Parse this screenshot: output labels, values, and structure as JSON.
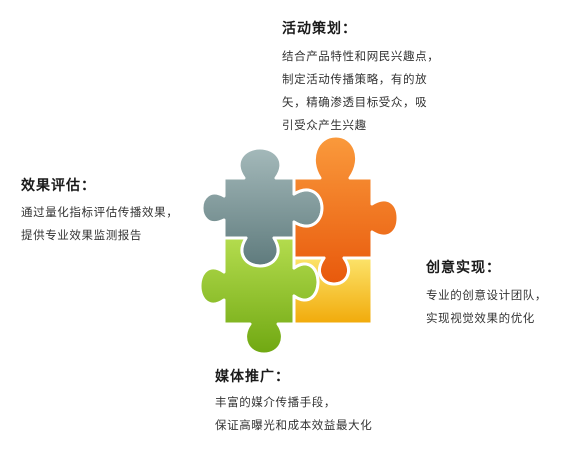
{
  "strategy": {
    "title": "活动策划：",
    "lines": [
      "结合产品特性和网民兴趣点，",
      "制定活动传播策略，有的放",
      "矢，精确渗透目标受众，吸",
      "引受众产生兴趣"
    ]
  },
  "evaluation": {
    "title": "效果评估：",
    "lines": [
      "通过量化指标评估传播效果，",
      "提供专业效果监测报告"
    ]
  },
  "creative": {
    "title": "创意实现：",
    "lines": [
      "专业的创意设计团队，",
      "实现视觉效果的优化"
    ]
  },
  "media": {
    "title": "媒体推广：",
    "lines": [
      "丰富的媒介传播手段，",
      "保证高曝光和成本效益最大化"
    ]
  },
  "colors": {
    "gray": "#7e9698",
    "orange": "#f2711a",
    "green": "#8dc523",
    "yellow": "#f7c61c"
  }
}
